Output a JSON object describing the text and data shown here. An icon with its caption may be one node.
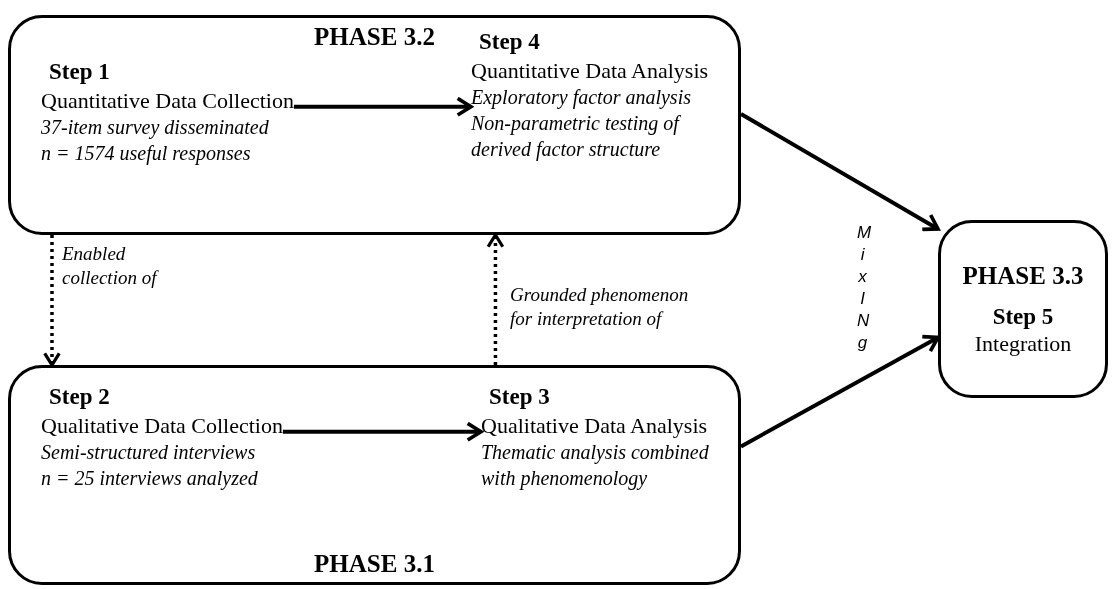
{
  "diagram": {
    "nodes": [
      {
        "text": [
          "PHASE 3.2"
        ]
      },
      {
        "text": [
          "Step 1",
          "Quantitative Data Collection",
          "37-item survey disseminated",
          "n = 1574 useful responses"
        ],
        "in": 0
      },
      {
        "text": [
          "Step 4",
          "Quantitative Data Analysis",
          "Exploratory factor analysis",
          "Non-parametric testing of derived factor structure"
        ],
        "in": 0
      },
      {
        "text": [
          "PHASE 3.1"
        ]
      },
      {
        "text": [
          "Step 2",
          "Qualitative Data Collection",
          "Semi-structured interviews",
          "n = 25 interviews analyzed"
        ],
        "in": 3
      },
      {
        "text": [
          "Step 3",
          "Qualitative Data Analysis",
          "Thematic analysis combined with phenomenology"
        ],
        "in": 3
      },
      {
        "text": [
          "PHASE 3.3",
          "Step 5",
          "Integration"
        ]
      }
    ],
    "edges": [
      {
        "from": 1,
        "to": 2,
        "arrow": "to"
      },
      {
        "from": 4,
        "to": 5,
        "arrow": "to"
      },
      {
        "from": 0,
        "to": 3,
        "arrow": "to",
        "style": "dashed",
        "label": "Enabled collection of"
      },
      {
        "from": 3,
        "to": 0,
        "arrow": "to",
        "style": "dashed",
        "label": "Grounded phenomenon for interpretation of"
      },
      {
        "from": 0,
        "to": 6,
        "arrow": "to"
      },
      {
        "from": 3,
        "to": 6,
        "arrow": "to"
      }
    ],
    "labels": [
      "MixINg"
    ]
  }
}
